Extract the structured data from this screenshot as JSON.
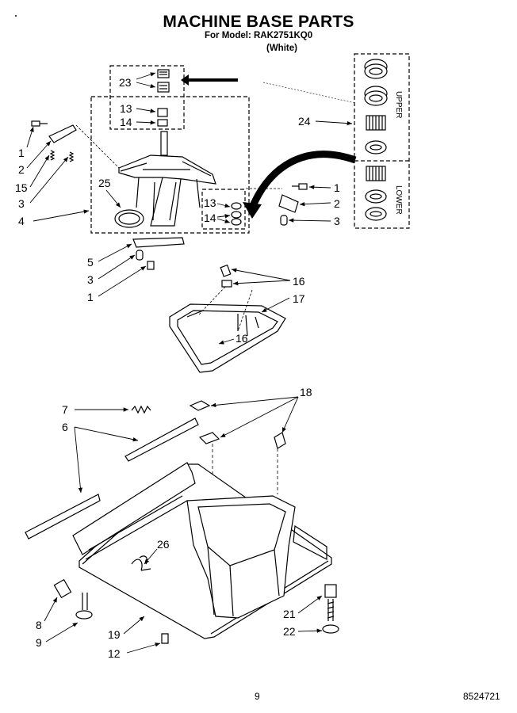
{
  "header": {
    "title": "MACHINE BASE PARTS",
    "model_line": "For Model: RAK2751KQ0",
    "color": "(White)"
  },
  "footer": {
    "page_number": "9",
    "document_code": "8524721"
  },
  "bearing_panel": {
    "upper_label": "UPPER",
    "lower_label": "LOWER"
  },
  "callouts": {
    "c23": "23",
    "c13a": "13",
    "c14a": "14",
    "c24": "24",
    "c1a": "1",
    "c2a": "2",
    "c15": "15",
    "c3a": "3",
    "c25": "25",
    "c4": "4",
    "c1b": "1",
    "c2b": "2",
    "c3b": "3",
    "c13b": "13",
    "c14b": "14",
    "c5": "5",
    "c3c": "3",
    "c1c": "1",
    "c16a": "16",
    "c17": "17",
    "c16b": "16",
    "c7": "7",
    "c6": "6",
    "c18": "18",
    "c26": "26",
    "c8": "8",
    "c9": "9",
    "c19": "19",
    "c12": "12",
    "c21": "21",
    "c22": "22"
  }
}
